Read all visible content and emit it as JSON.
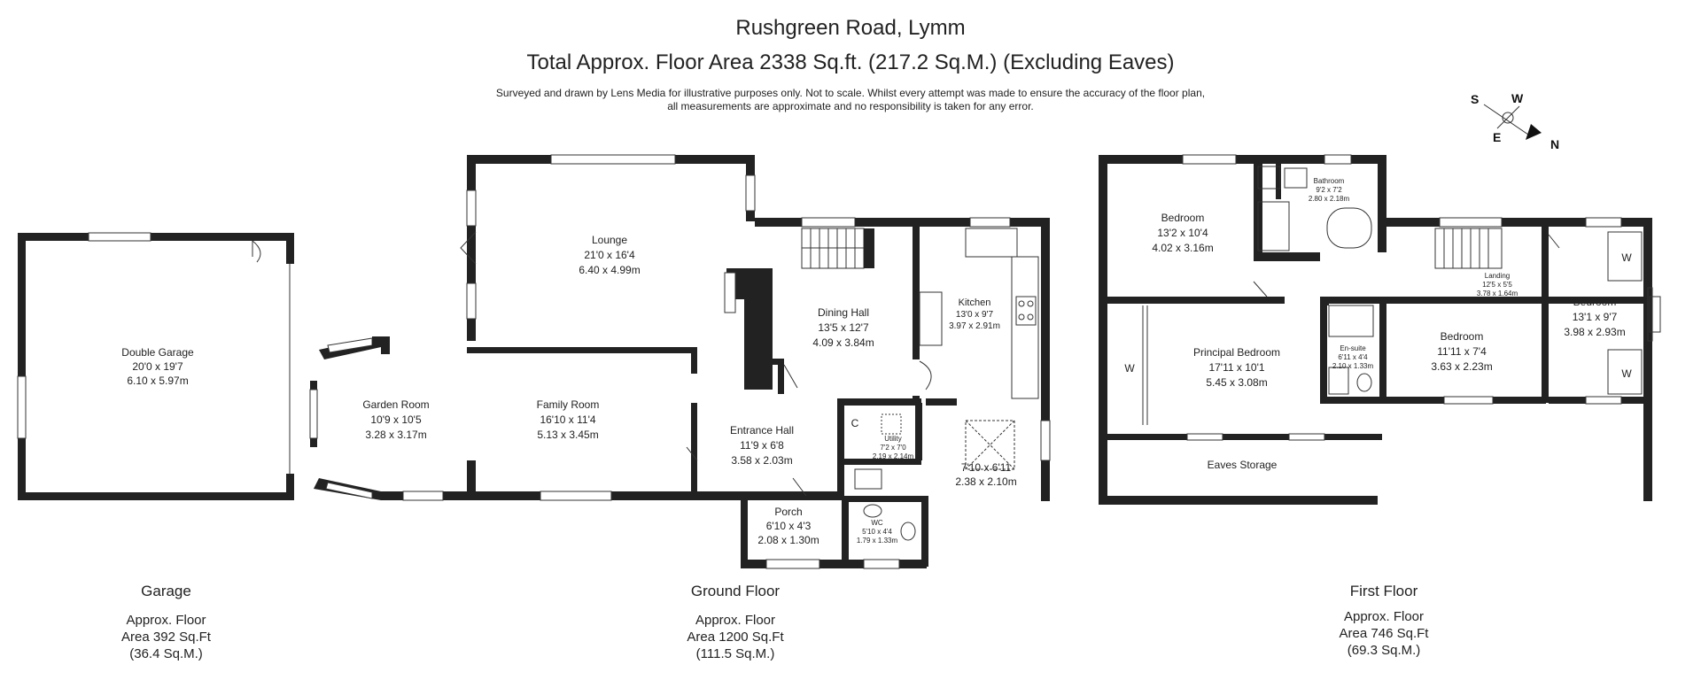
{
  "header": {
    "title": "Rushgreen Road, Lymm",
    "subtitle": "Total Approx. Floor Area 2338 Sq.ft. (217.2 Sq.M.) (Excluding Eaves)",
    "disclaimer_line1": "Surveyed and drawn by Lens Media for illustrative purposes only. Not to scale. Whilst every attempt was made to ensure the accuracy of the floor plan,",
    "disclaimer_line2": "all measurements are approximate and no responsibility is taken for any error."
  },
  "compass": {
    "s": "S",
    "w": "W",
    "e": "E",
    "n": "N"
  },
  "rooms": {
    "garage": {
      "name": "Double Garage",
      "imperial": "20'0 x 19'7",
      "metric": "6.10 x 5.97m"
    },
    "lounge": {
      "name": "Lounge",
      "imperial": "21'0 x 16'4",
      "metric": "6.40 x 4.99m"
    },
    "dining": {
      "name": "Dining Hall",
      "imperial": "13'5 x 12'7",
      "metric": "4.09 x 3.84m"
    },
    "kitchen": {
      "name": "Kitchen",
      "imperial": "13'0 x 9'7",
      "metric": "3.97 x 2.91m"
    },
    "garden": {
      "name": "Garden Room",
      "imperial": "10'9 x 10'5",
      "metric": "3.28 x 3.17m"
    },
    "family": {
      "name": "Family Room",
      "imperial": "16'10 x 11'4",
      "metric": "5.13 x 3.45m"
    },
    "entrance": {
      "name": "Entrance Hall",
      "imperial": "11'9 x 6'8",
      "metric": "3.58 x 2.03m"
    },
    "utility": {
      "name": "Utility",
      "imperial": "7'2 x 7'0",
      "metric": "2.19 x 2.14m"
    },
    "store": {
      "imperial": "7'10 x 6'11",
      "metric": "2.38 x 2.10m"
    },
    "porch": {
      "name": "Porch",
      "imperial": "6'10 x 4'3",
      "metric": "2.08 x 1.30m"
    },
    "wc": {
      "name": "WC",
      "imperial": "5'10 x 4'4",
      "metric": "1.79 x 1.33m"
    },
    "cupboard1": "C",
    "cupboard2": "C",
    "bed1": {
      "name": "Bedroom",
      "imperial": "13'2 x 10'4",
      "metric": "4.02 x 3.16m"
    },
    "bathroom": {
      "name": "Bathroom",
      "imperial": "9'2 x 7'2",
      "metric": "2.80 x 2.18m"
    },
    "landing": {
      "name": "Landing",
      "imperial": "12'5 x 5'5",
      "metric": "3.78 x 1.64m"
    },
    "bed2": {
      "name": "Bedroom",
      "imperial": "13'1 x 9'7",
      "metric": "3.98 x 2.93m"
    },
    "principal": {
      "name": "Principal Bedroom",
      "imperial": "17'11 x 10'1",
      "metric": "5.45 x 3.08m"
    },
    "ensuite": {
      "name": "En-suite",
      "imperial": "6'11 x 4'4",
      "metric": "2.10 x 1.33m"
    },
    "bed3": {
      "name": "Bedroom",
      "imperial": "11'11 x 7'4",
      "metric": "3.63 x 2.23m"
    },
    "eaves": {
      "name": "Eaves Storage"
    },
    "wardrobe_principal": "W",
    "wardrobe_bed2_top": "W",
    "wardrobe_bed2_bottom": "W"
  },
  "floors": {
    "garage": {
      "name": "Garage",
      "line1": "Approx. Floor",
      "line2": "Area 392 Sq.Ft",
      "line3": "(36.4 Sq.M.)"
    },
    "ground": {
      "name": "Ground Floor",
      "line1": "Approx. Floor",
      "line2": "Area 1200 Sq.Ft",
      "line3": "(111.5 Sq.M.)"
    },
    "first": {
      "name": "First Floor",
      "line1": "Approx. Floor",
      "line2": "Area 746 Sq.Ft",
      "line3": "(69.3 Sq.M.)"
    }
  }
}
